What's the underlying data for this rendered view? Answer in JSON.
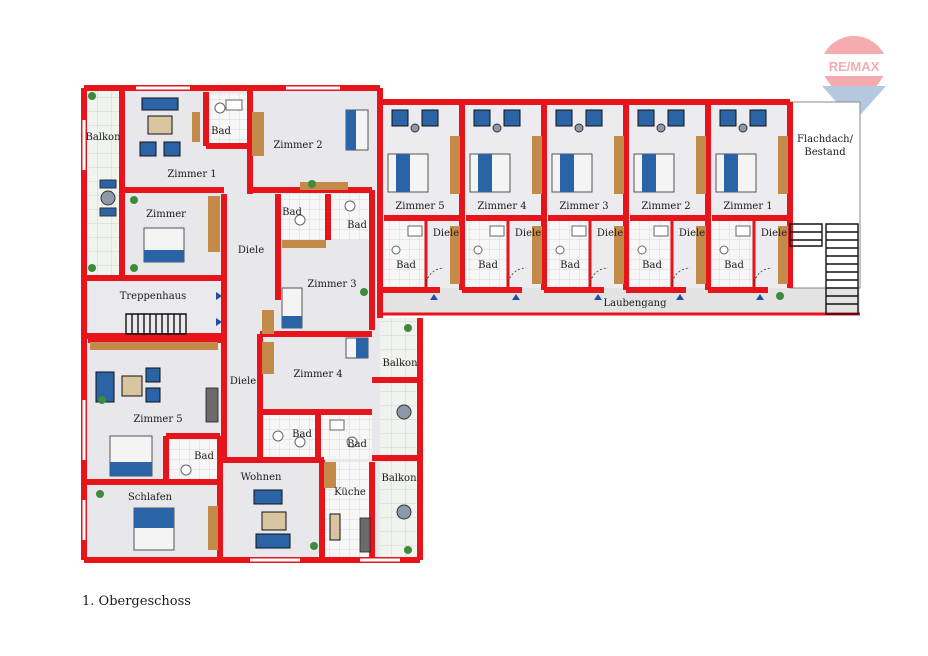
{
  "logo": {
    "text": "RE/MAX"
  },
  "caption": "1. Obergeschoss",
  "colors": {
    "wall": "#e8141b",
    "floor": "#e6e6ea",
    "tile": "#f6f6f6",
    "wood": "#c48a4a",
    "bed": "#2a63a6",
    "balcony": "#eef3ec"
  },
  "labels": {
    "balkon_top": "Balkon",
    "zimmer1": "Zimmer 1",
    "bad1": "Bad",
    "zimmer2": "Zimmer 2",
    "zimmer": "Zimmer",
    "bad_a": "Bad",
    "bad_b": "Bad",
    "diele_left": "Diele",
    "zimmer3": "Zimmer 3",
    "treppenhaus": "Treppenhaus",
    "diele_mid": "Diele",
    "zimmer4": "Zimmer 4",
    "balkon_r1": "Balkon",
    "zimmer5": "Zimmer 5",
    "bad_c": "Bad",
    "bad_d": "Bad",
    "bad_e": "Bad",
    "schlafen": "Schlafen",
    "wohnen": "Wohnen",
    "kueche": "Küche",
    "balkon_r2": "Balkon",
    "flachdach": "Flachdach/",
    "bestand": "Bestand",
    "laubengang": "Laubengang"
  },
  "units": [
    {
      "zimmer": "Zimmer 5",
      "diele": "Diele",
      "bad": "Bad"
    },
    {
      "zimmer": "Zimmer 4",
      "diele": "Diele",
      "bad": "Bad"
    },
    {
      "zimmer": "Zimmer 3",
      "diele": "Diele",
      "bad": "Bad"
    },
    {
      "zimmer": "Zimmer 2",
      "diele": "Diele",
      "bad": "Bad"
    },
    {
      "zimmer": "Zimmer 1",
      "diele": "Diele",
      "bad": "Bad"
    }
  ]
}
